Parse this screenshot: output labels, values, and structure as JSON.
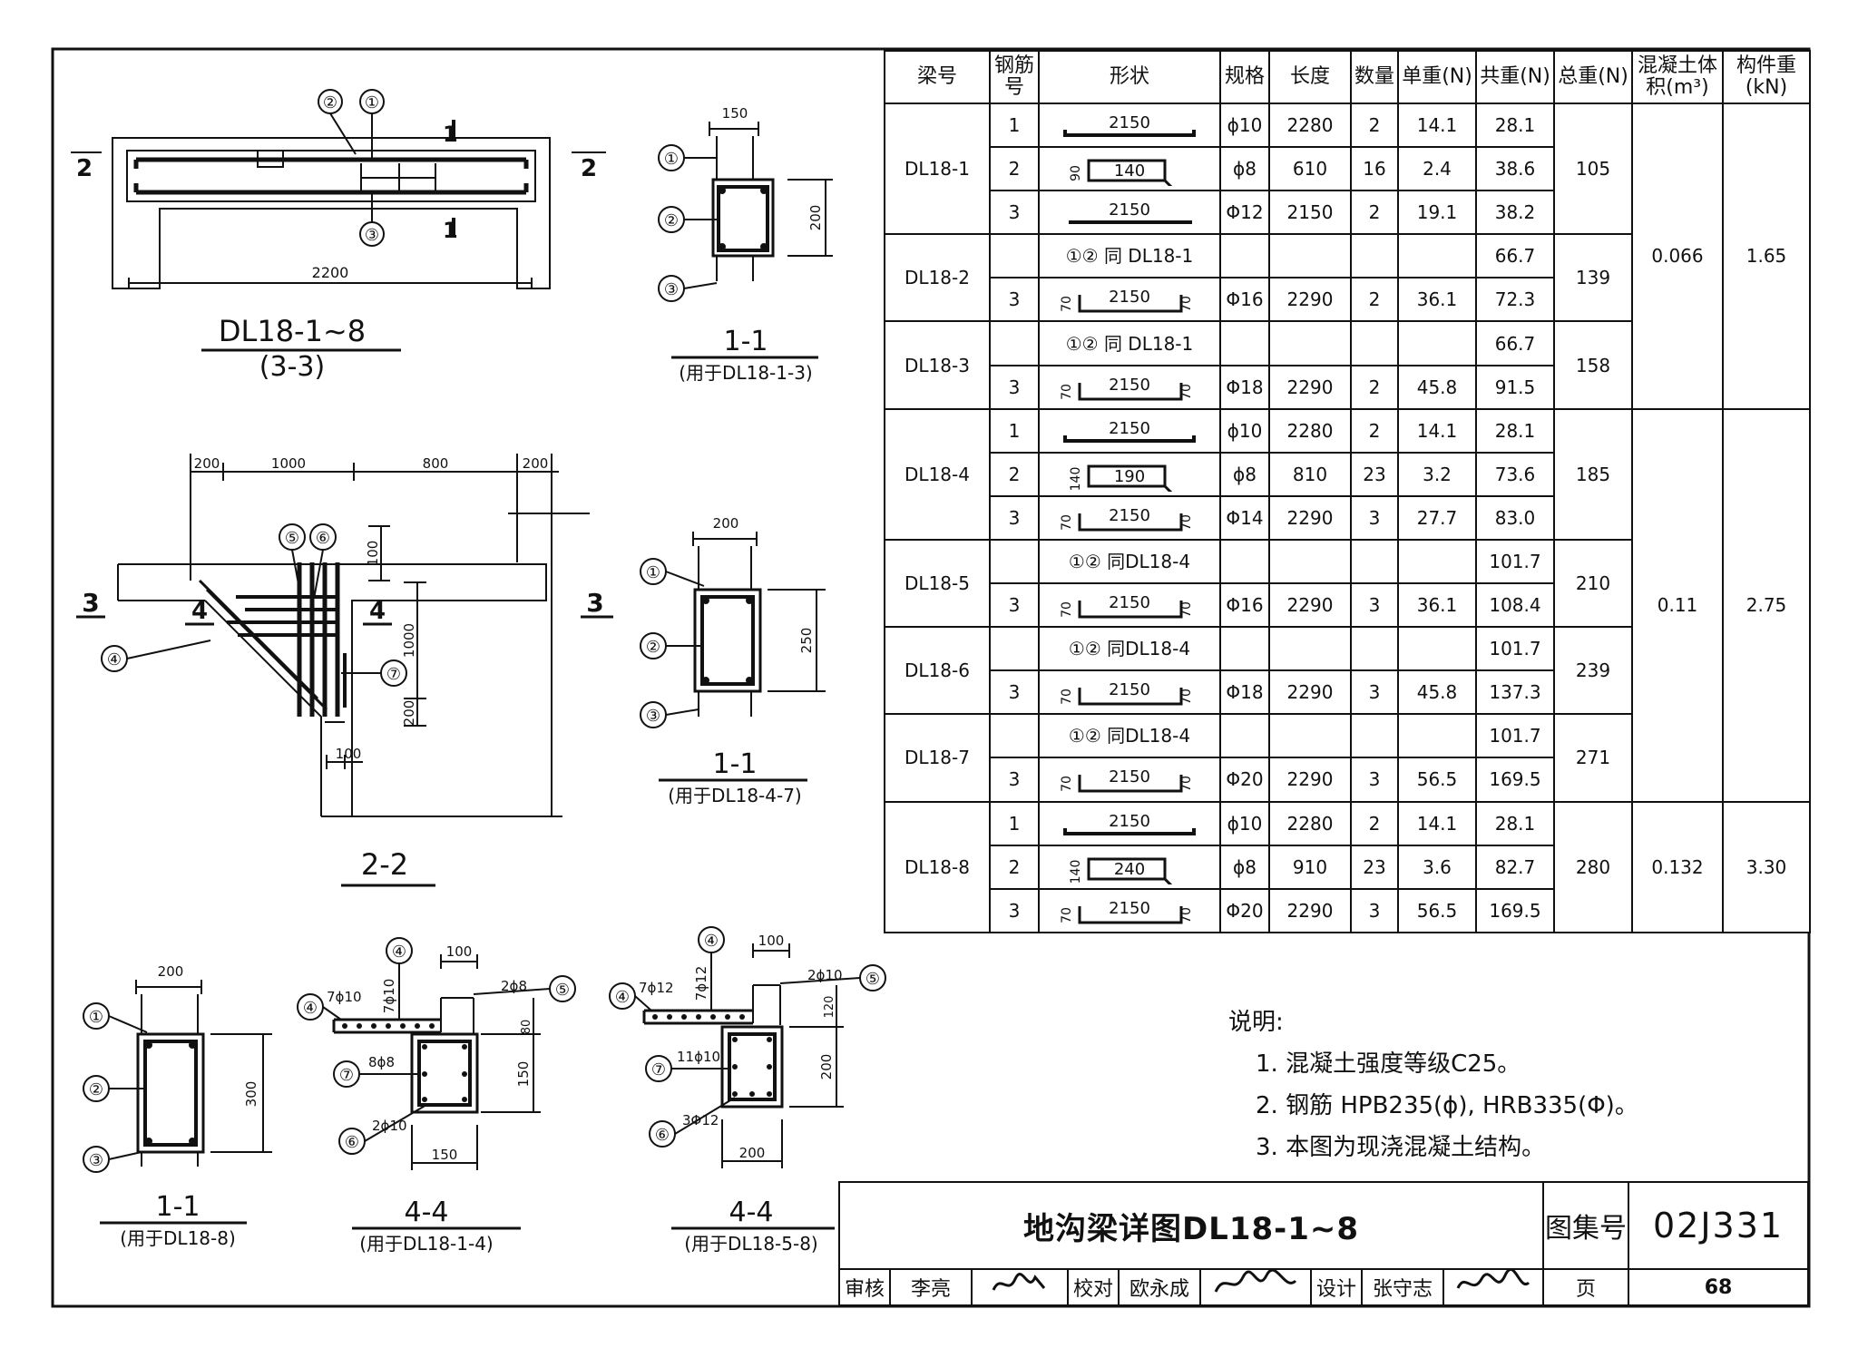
{
  "table": {
    "headers": {
      "beam": "梁号",
      "bar_no": "钢筋号",
      "shape": "形状",
      "spec": "规格",
      "length": "长度",
      "qty": "数量",
      "unit_w": "单重(N)",
      "total_w": "共重(N)",
      "sum_w": "总重(N)",
      "volume": "混凝土体积(m³)",
      "member_w": "构件重(kN)"
    },
    "rows": [
      {
        "beam": "DL18-1",
        "no": "1",
        "shape_dim": "2150",
        "shape_side": "",
        "spec": "ϕ10",
        "length": "2280",
        "qty": "2",
        "unit": "14.1",
        "total": "28.1"
      },
      {
        "beam": "",
        "no": "2",
        "shape_dim": "140",
        "shape_side": "90",
        "spec": "ϕ8",
        "length": "610",
        "qty": "16",
        "unit": "2.4",
        "total": "38.6"
      },
      {
        "beam": "",
        "no": "3",
        "shape_dim": "2150",
        "shape_side": "",
        "spec": "Φ12",
        "length": "2150",
        "qty": "2",
        "unit": "19.1",
        "total": "38.2"
      },
      {
        "beam": "DL18-2",
        "ref": "①② 同 DL18-1",
        "total": "66.7"
      },
      {
        "beam": "",
        "no": "3",
        "shape_dim": "2150",
        "shape_side": "70",
        "spec": "Φ16",
        "length": "2290",
        "qty": "2",
        "unit": "36.1",
        "total": "72.3"
      },
      {
        "beam": "DL18-3",
        "ref": "①② 同 DL18-1",
        "total": "66.7"
      },
      {
        "beam": "",
        "no": "3",
        "shape_dim": "2150",
        "shape_side": "70",
        "spec": "Φ18",
        "length": "2290",
        "qty": "2",
        "unit": "45.8",
        "total": "91.5"
      },
      {
        "beam": "DL18-4",
        "no": "1",
        "shape_dim": "2150",
        "shape_side": "",
        "spec": "ϕ10",
        "length": "2280",
        "qty": "2",
        "unit": "14.1",
        "total": "28.1"
      },
      {
        "beam": "",
        "no": "2",
        "shape_dim": "190",
        "shape_side": "140",
        "spec": "ϕ8",
        "length": "810",
        "qty": "23",
        "unit": "3.2",
        "total": "73.6"
      },
      {
        "beam": "",
        "no": "3",
        "shape_dim": "2150",
        "shape_side": "70",
        "spec": "Φ14",
        "length": "2290",
        "qty": "3",
        "unit": "27.7",
        "total": "83.0"
      },
      {
        "beam": "DL18-5",
        "ref": "①② 同DL18-4",
        "total": "101.7"
      },
      {
        "beam": "",
        "no": "3",
        "shape_dim": "2150",
        "shape_side": "70",
        "spec": "Φ16",
        "length": "2290",
        "qty": "3",
        "unit": "36.1",
        "total": "108.4"
      },
      {
        "beam": "DL18-6",
        "ref": "①② 同DL18-4",
        "total": "101.7"
      },
      {
        "beam": "",
        "no": "3",
        "shape_dim": "2150",
        "shape_side": "70",
        "spec": "Φ18",
        "length": "2290",
        "qty": "3",
        "unit": "45.8",
        "total": "137.3"
      },
      {
        "beam": "DL18-7",
        "ref": "①② 同DL18-4",
        "total": "101.7"
      },
      {
        "beam": "",
        "no": "3",
        "shape_dim": "2150",
        "shape_side": "70",
        "spec": "Φ20",
        "length": "2290",
        "qty": "3",
        "unit": "56.5",
        "total": "169.5"
      },
      {
        "beam": "DL18-8",
        "no": "1",
        "shape_dim": "2150",
        "shape_side": "",
        "spec": "ϕ10",
        "length": "2280",
        "qty": "2",
        "unit": "14.1",
        "total": "28.1"
      },
      {
        "beam": "",
        "no": "2",
        "shape_dim": "240",
        "shape_side": "140",
        "spec": "ϕ8",
        "length": "910",
        "qty": "23",
        "unit": "3.6",
        "total": "82.7"
      },
      {
        "beam": "",
        "no": "3",
        "shape_dim": "2150",
        "shape_side": "70",
        "spec": "Φ20",
        "length": "2290",
        "qty": "3",
        "unit": "56.5",
        "total": "169.5"
      }
    ],
    "sum_weights": [
      "105",
      "139",
      "158",
      "185",
      "210",
      "239",
      "271",
      "280"
    ],
    "volumes": [
      "0.066",
      "0.11",
      "0.132"
    ],
    "member_weights": [
      "1.65",
      "2.75",
      "3.30"
    ]
  },
  "drawings": {
    "elevation": {
      "title": "DL18-1~8",
      "subtitle": "(3-3)",
      "span": "2200",
      "section_mark_1": "1",
      "section_mark_2": "2",
      "callouts": [
        "①",
        "②",
        "③"
      ]
    },
    "section_2_2": {
      "title": "2-2",
      "dims_top": [
        "200",
        "1000",
        "800",
        "200"
      ],
      "dim_100a": "100",
      "dim_1000": "1000",
      "dim_200": "200",
      "dim_100b": "100",
      "mark_3": "3",
      "mark_4": "4",
      "callouts": [
        "④",
        "⑤",
        "⑥",
        "⑦"
      ]
    },
    "sec_1_1_a": {
      "title": "1-1",
      "subtitle": "(用于DL18-1-3)",
      "width": "150",
      "height": "200"
    },
    "sec_1_1_b": {
      "title": "1-1",
      "subtitle": "(用于DL18-4-7)",
      "width": "200",
      "height": "250"
    },
    "sec_1_1_c": {
      "title": "1-1",
      "subtitle": "(用于DL18-8)",
      "width": "200",
      "height": "300"
    },
    "sec_4_4_a": {
      "title": "4-4",
      "subtitle": "(用于DL18-1-4)",
      "bar4": "7ϕ10",
      "bar4v": "7ϕ10",
      "bar5": "2ϕ8",
      "bar7": "8ϕ8",
      "bar6": "2ϕ10",
      "dim_top": "100",
      "dim_80": "80",
      "dim_150v": "150",
      "dim_150h": "150"
    },
    "sec_4_4_b": {
      "title": "4-4",
      "subtitle": "(用于DL18-5-8)",
      "bar4": "7ϕ12",
      "bar4v": "7ϕ12",
      "bar5": "2ϕ10",
      "bar7": "11ϕ10",
      "bar6": "3Φ12",
      "dim_top": "100",
      "dim_120": "120",
      "dim_200v": "200",
      "dim_200h": "200"
    }
  },
  "notes": {
    "title": "说明:",
    "items": [
      "1. 混凝土强度等级C25。",
      "2. 钢筋 HPB235(ϕ), HRB335(Φ)。",
      "3. 本图为现浇混凝土结构。"
    ]
  },
  "title_block": {
    "title": "地沟梁详图DL18-1~8",
    "atlas_label": "图集号",
    "atlas_no": "02J331",
    "review_label": "审核",
    "reviewer": "李亮",
    "check_label": "校对",
    "checker": "欧永成",
    "design_label": "设计",
    "designer": "张守志",
    "page_label": "页",
    "page_no": "68"
  }
}
